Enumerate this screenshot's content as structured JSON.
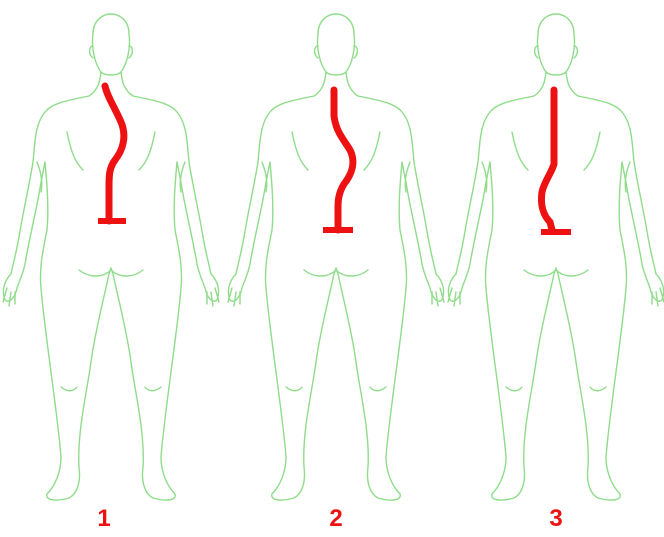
{
  "figures": [
    {
      "id": "1",
      "label": "1",
      "curve": "thoracic-right-lumbar-left"
    },
    {
      "id": "2",
      "label": "2",
      "curve": "thoracolumbar-s-curve"
    },
    {
      "id": "3",
      "label": "3",
      "curve": "lumbar-left"
    }
  ],
  "colors": {
    "outline": "#8fdc8a",
    "spine": "#ee1111",
    "label": "#ee1111",
    "background": "#ffffff"
  }
}
